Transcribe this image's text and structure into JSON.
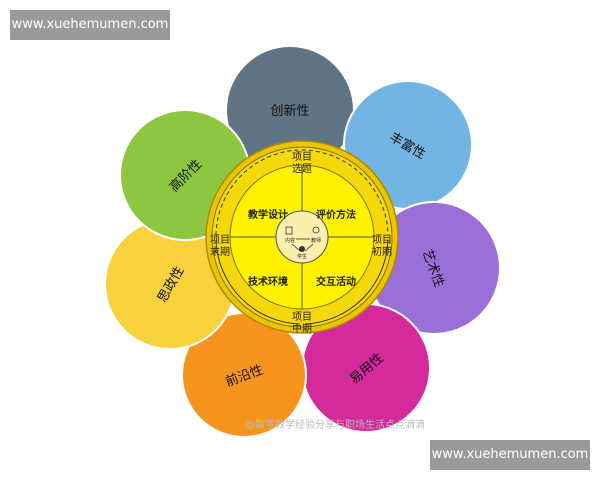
{
  "watermark_top": "www.xuehemumen.com",
  "watermark_bottom": "www.xuehemumen.com",
  "source_credit": "@数字教学经验分享与职场生活点点滴滴",
  "petals": [
    {
      "label": "创新性",
      "color": "#5f7586"
    },
    {
      "label": "丰富性",
      "color": "#72b4e2"
    },
    {
      "label": "艺术性",
      "color": "#9a6fd8"
    },
    {
      "label": "易用性",
      "color": "#d42a9c"
    },
    {
      "label": "前沿性",
      "color": "#f7941e"
    },
    {
      "label": "思政性",
      "color": "#f8d23c"
    },
    {
      "label": "高阶性",
      "color": "#8dc641"
    }
  ],
  "phases": {
    "top": [
      "项目",
      "选题"
    ],
    "right": [
      "项目",
      "初期"
    ],
    "bottom": [
      "项目",
      "中期"
    ],
    "left": [
      "项目",
      "末期"
    ]
  },
  "quadrants": [
    "教学设计",
    "评价方法",
    "技术环境",
    "交互活动"
  ],
  "center": {
    "content": "内容",
    "teacher": "教师",
    "student": "学生"
  },
  "ring_color": "#f5d80a"
}
